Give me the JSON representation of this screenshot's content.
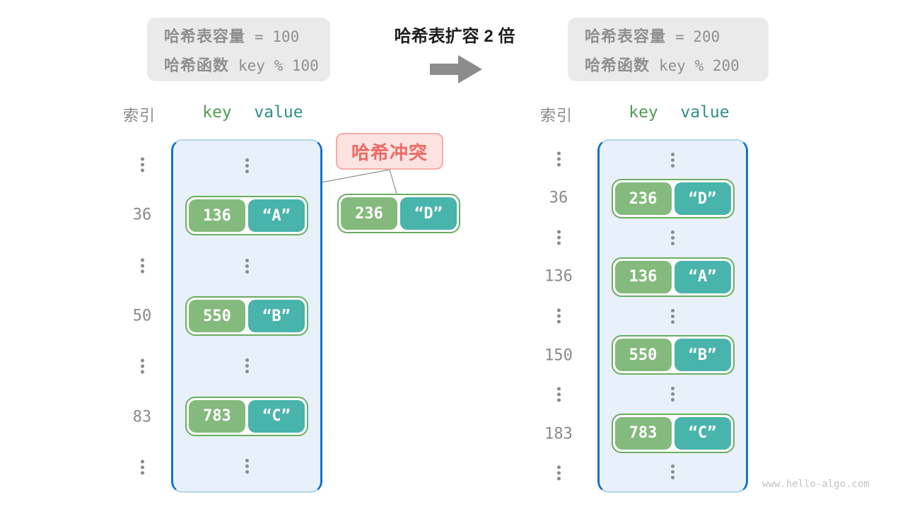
{
  "header": {
    "title": "哈希表扩容 2 倍",
    "left_box": {
      "line1_label": "哈希表容量",
      "line1_value": "= 100",
      "line2_label": "哈希函数",
      "line2_value": "key % 100"
    },
    "right_box": {
      "line1_label": "哈希表容量",
      "line1_value": "= 200",
      "line2_label": "哈希函数",
      "line2_value": "key % 200"
    }
  },
  "badge": {
    "label": "哈希冲突"
  },
  "collision_pair": {
    "key": "236",
    "value": "“D”"
  },
  "left_table": {
    "index_header": "索引",
    "key_header": "key",
    "value_header": "value",
    "rows": [
      {
        "type": "dots"
      },
      {
        "type": "pair",
        "index": "36",
        "key": "136",
        "value": "“A”"
      },
      {
        "type": "dots"
      },
      {
        "type": "pair",
        "index": "50",
        "key": "550",
        "value": "“B”"
      },
      {
        "type": "dots"
      },
      {
        "type": "pair",
        "index": "83",
        "key": "783",
        "value": "“C”"
      },
      {
        "type": "dots"
      }
    ]
  },
  "right_table": {
    "index_header": "索引",
    "key_header": "key",
    "value_header": "value",
    "rows": [
      {
        "type": "dots"
      },
      {
        "type": "pair",
        "index": "36",
        "key": "236",
        "value": "“D”"
      },
      {
        "type": "dots"
      },
      {
        "type": "pair",
        "index": "136",
        "key": "136",
        "value": "“A”"
      },
      {
        "type": "dots"
      },
      {
        "type": "pair",
        "index": "150",
        "key": "550",
        "value": "“B”"
      },
      {
        "type": "dots"
      },
      {
        "type": "pair",
        "index": "183",
        "key": "783",
        "value": "“C”"
      },
      {
        "type": "dots"
      }
    ]
  },
  "watermark": "www.hello-algo.com",
  "colors": {
    "key_cell": "#84BA7D",
    "value_cell": "#49B4AB",
    "pair_border": "#6BAE61",
    "container_fill": "#E8F1F9",
    "container_border": "#1573C5",
    "badge_fill": "#FBE3E1",
    "badge_border": "#F5ACA7",
    "badge_text": "#ED6A64",
    "gray_box_fill": "#EAEAEA",
    "muted_text": "#8A8A8A",
    "key_header_text": "#4E9E50",
    "value_header_text": "#2F9088",
    "arrow": "#8C8C8C"
  }
}
